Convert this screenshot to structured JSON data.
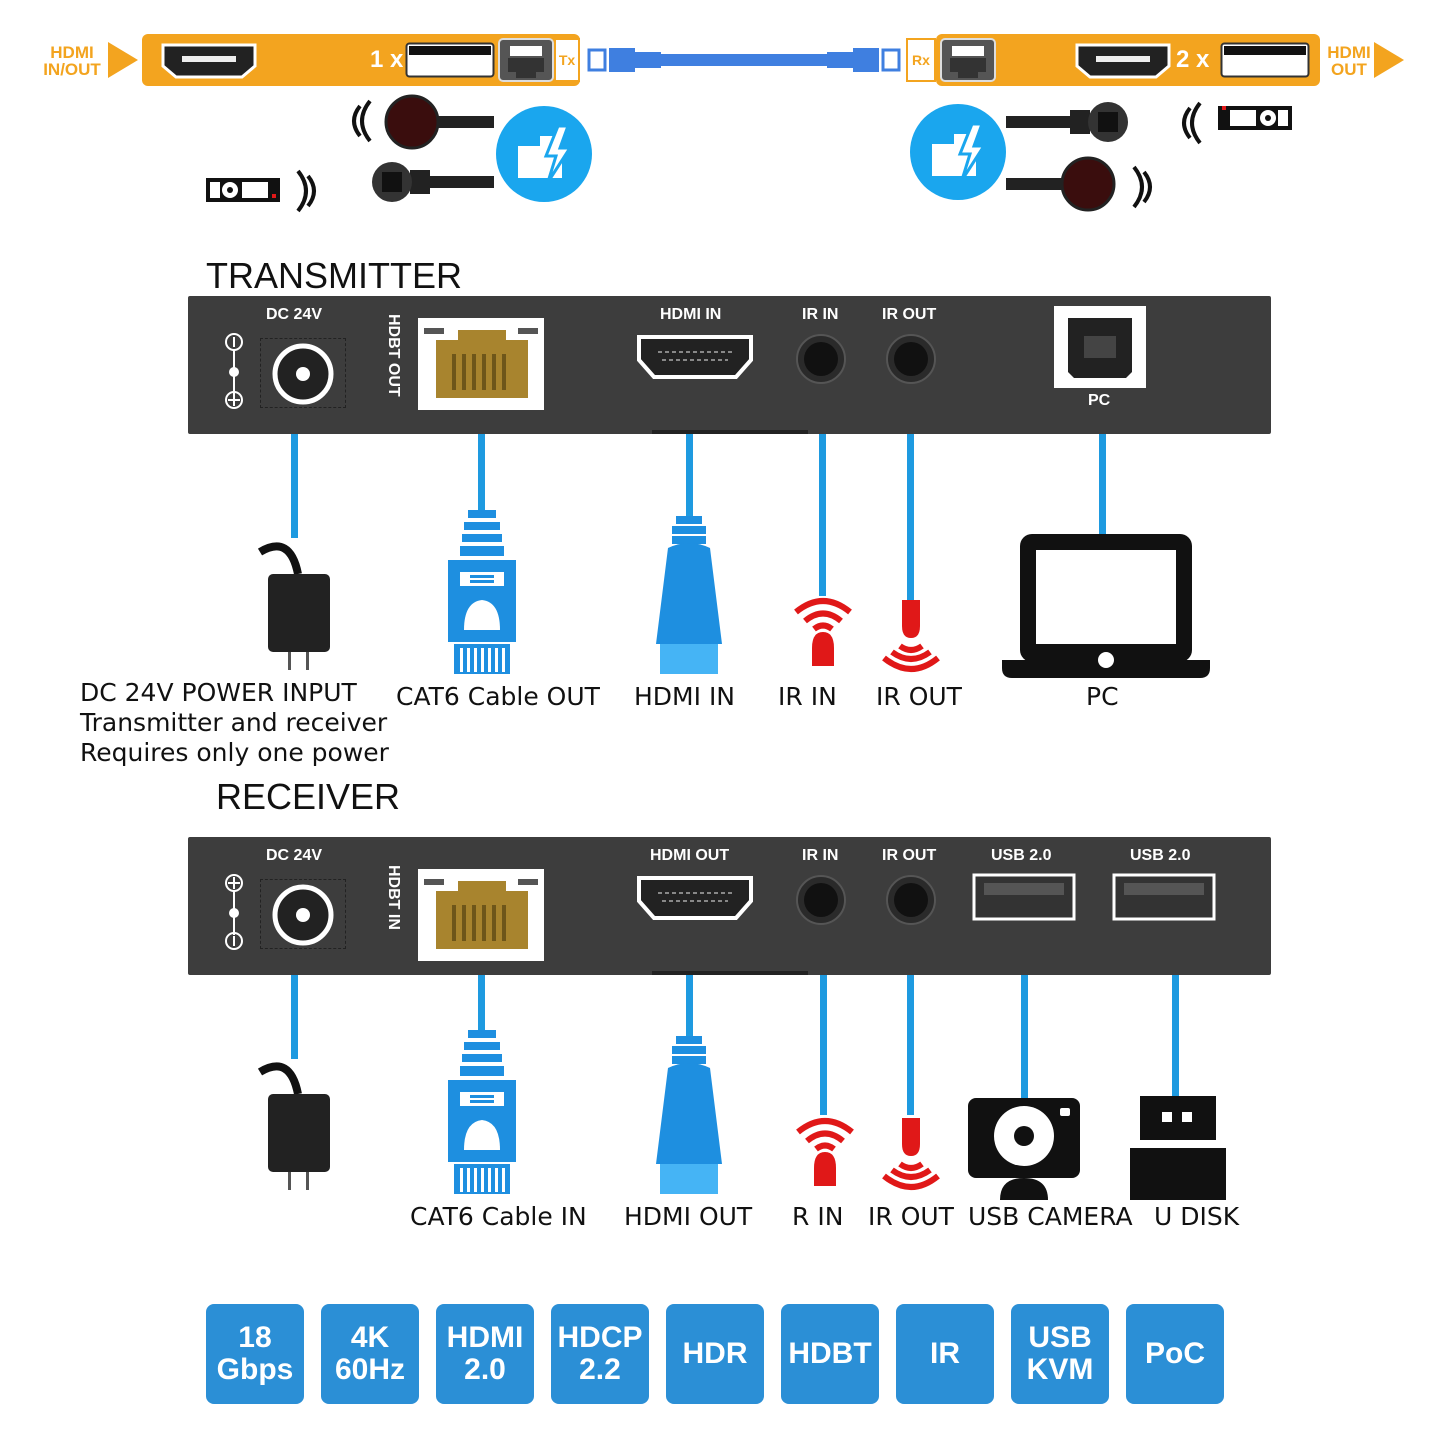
{
  "top_banner": {
    "left_label": [
      "HDMI",
      "IN/OUT"
    ],
    "right_label": [
      "HDMI",
      "OUT"
    ],
    "tx_count": "1 x",
    "rx_count": "2 x",
    "tx_tag": "Tx",
    "rx_tag": "Rx",
    "colors": {
      "banner": "#f3a41f",
      "cable": "#3f7fe0",
      "poc_circle": "#1aa6ee"
    }
  },
  "transmitter": {
    "title": "TRANSMITTER",
    "ports": {
      "dc": "DC 24V",
      "hdbt": "HDBT OUT",
      "hdmi": "HDMI IN",
      "ir_in": "IR IN",
      "ir_out": "IR OUT",
      "pc": "PC"
    },
    "captions": {
      "power": [
        "DC 24V POWER INPUT",
        "Transmitter and receiver",
        "Requires only one power"
      ],
      "cat6": "CAT6 Cable OUT",
      "hdmi": "HDMI IN",
      "ir_in": "IR IN",
      "ir_out": "IR OUT",
      "pc": "PC"
    }
  },
  "receiver": {
    "title": "RECEIVER",
    "ports": {
      "dc": "DC 24V",
      "hdbt": "HDBT IN",
      "hdmi": "HDMI OUT",
      "ir_in": "IR IN",
      "ir_out": "IR OUT",
      "usb1": "USB 2.0",
      "usb2": "USB 2.0"
    },
    "captions": {
      "cat6": "CAT6 Cable IN",
      "hdmi": "HDMI OUT",
      "ir_in": "R IN",
      "ir_out": "IR OUT",
      "usb_camera": "USB CAMERA",
      "udisk": "U DISK"
    }
  },
  "features": [
    [
      "18",
      "Gbps"
    ],
    [
      "4K",
      "60Hz"
    ],
    [
      "HDMI",
      "2.0"
    ],
    [
      "HDCP",
      "2.2"
    ],
    [
      "HDR"
    ],
    [
      "HDBT"
    ],
    [
      "IR"
    ],
    [
      "USB",
      "KVM"
    ],
    [
      "PoC"
    ]
  ],
  "colors": {
    "wire": "#1e9ae0",
    "panel": "#3d3d3d",
    "ir_red": "#e01818",
    "badge": "#2b8fd6"
  }
}
